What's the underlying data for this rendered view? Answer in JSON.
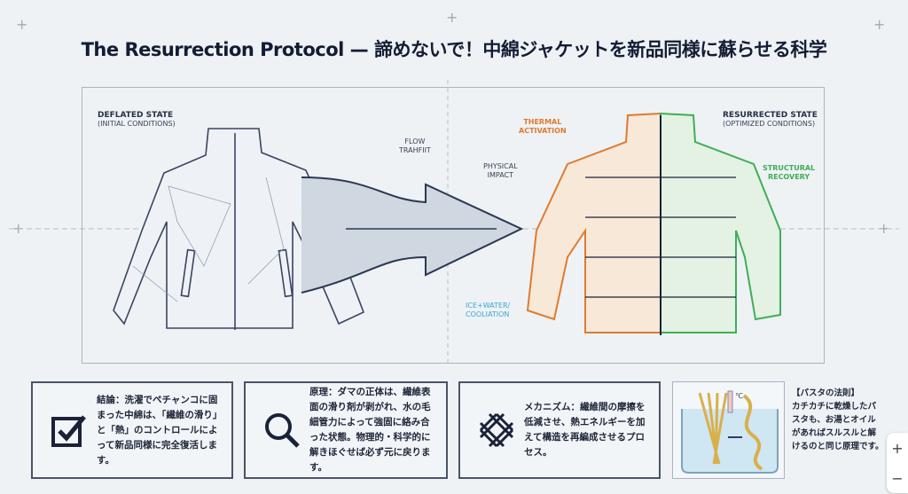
{
  "title": "The Resurrection Protocol — 諦めないで！中綿ジャケットを新品同様に蘇らせる科学",
  "diagram": {
    "left_state": {
      "title": "DEFLATED STATE",
      "subtitle": "(INITIAL CONDITIONS)"
    },
    "right_state": {
      "title": "RESURRECTED STATE",
      "subtitle": "(OPTIMIZED CONDITIONS)"
    },
    "flow_label": "FLOW\nTRAHFIIT",
    "physical_impact": "PHYSICAL\nIMPACT",
    "thermal_activation": "THERMAL\nACTIVATION",
    "structural_recovery": "STRUCTURAL\nRECOVERY",
    "ice_water": "ICE+WATER/\nCOOLIATION",
    "colors": {
      "thermal": "#e07a2e",
      "structural": "#3fae55",
      "cooling": "#3aa6d6",
      "ink": "#1a2238"
    }
  },
  "cards": [
    {
      "icon": "checkbox-icon",
      "text": "結論：洗濯でペチャンコに固まった中綿は、「繊維の滑り」と「熱」のコントロールによって新品同様に完全復活します。"
    },
    {
      "icon": "magnifier-icon",
      "text": "原理：ダマの正体は、繊維表面の滑り剤が剥がれ、水の毛細管力によって強固に絡み合った状態。物理的・科学的に解きほぐせば必ず元に戻ります。"
    },
    {
      "icon": "weave-icon",
      "text": "メカニズム：繊維間の摩擦を低減させ、熱エネルギーを加えて構造を再編成させるプロセス。"
    }
  ],
  "pasta": {
    "heading": "【パスタの法則】",
    "text": "カチカチに乾燥したパスタも、お湯とオイルがあればスルスルと解けるのと同じ原理です。",
    "thermo_label": "℃"
  },
  "zoom": {
    "in": "+",
    "out": "−"
  }
}
